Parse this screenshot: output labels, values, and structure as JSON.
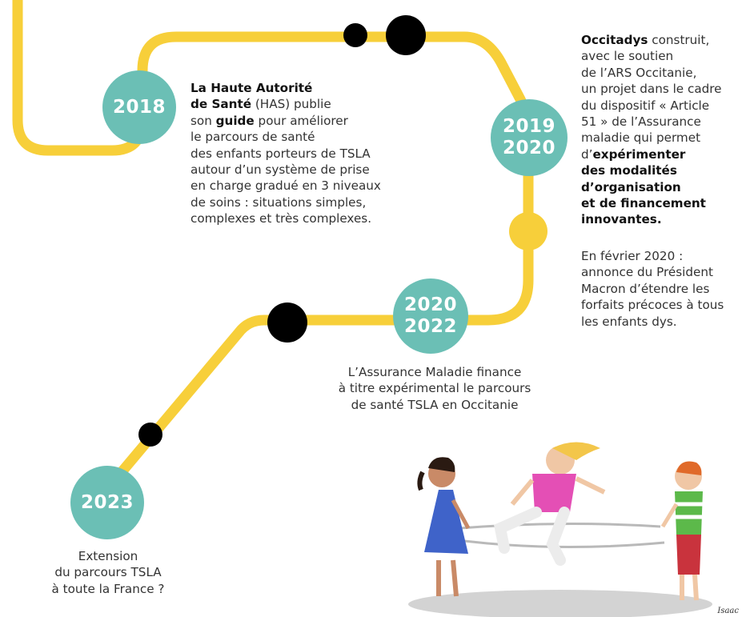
{
  "colors": {
    "track": "#f7cf3a",
    "year_badge": "#6bbfb5",
    "dot": "#000000"
  },
  "milestones": [
    {
      "years": [
        "2018"
      ]
    },
    {
      "years": [
        "2019",
        "2020"
      ]
    },
    {
      "years": [
        "2020",
        "2022"
      ]
    },
    {
      "years": [
        "2023"
      ]
    }
  ],
  "texts": {
    "has": {
      "bold1": "La Haute Autorité",
      "bold2": "de Santé",
      "l2_rest": " (HAS) publie",
      "l3_pre": "son ",
      "l3_bold": "guide",
      "l3_post": " pour améliorer",
      "l4": "le parcours de santé",
      "l5": "des enfants porteurs de TSLA",
      "l6": "autour d’un système de prise",
      "l7": "en charge gradué en 3 niveaux",
      "l8": "de soins : situations simples,",
      "l9": "complexes et très complexes."
    },
    "occitadys": {
      "bold1": "Occitadys",
      "l1_rest": " construit,",
      "l2": "avec le soutien",
      "l3": "de l’ARS Occitanie,",
      "l4": "un projet dans le cadre",
      "l5": "du dispositif « Article",
      "l6": "51 » de l’Assurance",
      "l7": "maladie qui permet",
      "l8_pre": "d’",
      "l8_bold": "expérimenter",
      "b9": "des modalités",
      "b10": "d’organisation",
      "b11": "et de financement",
      "b12": "innovantes."
    },
    "macron": {
      "l1": "En février 2020 :",
      "l2": "annonce du Président",
      "l3": "Macron d’étendre les",
      "l4": "forfaits précoces à tous",
      "l5": "les enfants dys."
    },
    "assurance": {
      "l1": "L’Assurance Maladie finance",
      "l2": "à titre expérimental le parcours",
      "l3": "de santé TSLA en Occitanie"
    },
    "extension": {
      "l1": "Extension",
      "l2": "du parcours TSLA",
      "l3": "à toute la France ?"
    }
  },
  "illustration": {
    "subject": "children-playing-elastic-jump",
    "signature": "Isaac"
  }
}
